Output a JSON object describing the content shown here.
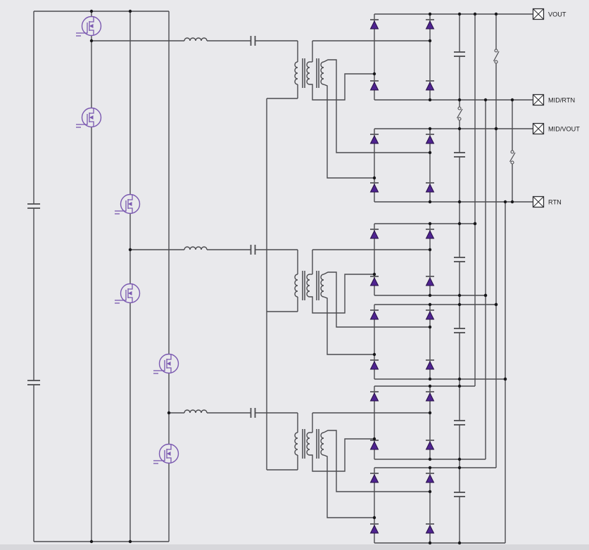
{
  "diagram": {
    "type": "power-converter-schematic",
    "description": "Three-phase interleaved resonant converter with stacked rectifier outputs"
  },
  "terminals": [
    {
      "id": "vout",
      "label": "VOUT"
    },
    {
      "id": "mid-rtn",
      "label": "MID/RTN"
    },
    {
      "id": "mid-vout",
      "label": "MID/VOUT"
    },
    {
      "id": "rtn",
      "label": "RTN"
    }
  ],
  "components": {
    "mosfets": 6,
    "transformers": 3,
    "rectifier_diodes": 24,
    "bridge_rectifiers": 6,
    "output_capacitors": 6,
    "input_bus_capacitors": 2,
    "resonant_inductors": 3,
    "resonant_capacitors": 3,
    "configuration_switches": 3,
    "output_terminals": 4
  },
  "colors": {
    "background": "#e9e9ec",
    "bottom_strip": "#d7d7db",
    "wire": "#4b4b4f",
    "junction": "#17171a",
    "mosfet": "#7a58b0",
    "diode_fill": "#4f2391",
    "diode_outline": "#261045",
    "diode_bar": "#5a5a5e",
    "switch": "#4b4b4f",
    "terminal_border": "#2f2f33",
    "terminal_fill": "#ffffff",
    "label_text": "#1c1c1e"
  }
}
